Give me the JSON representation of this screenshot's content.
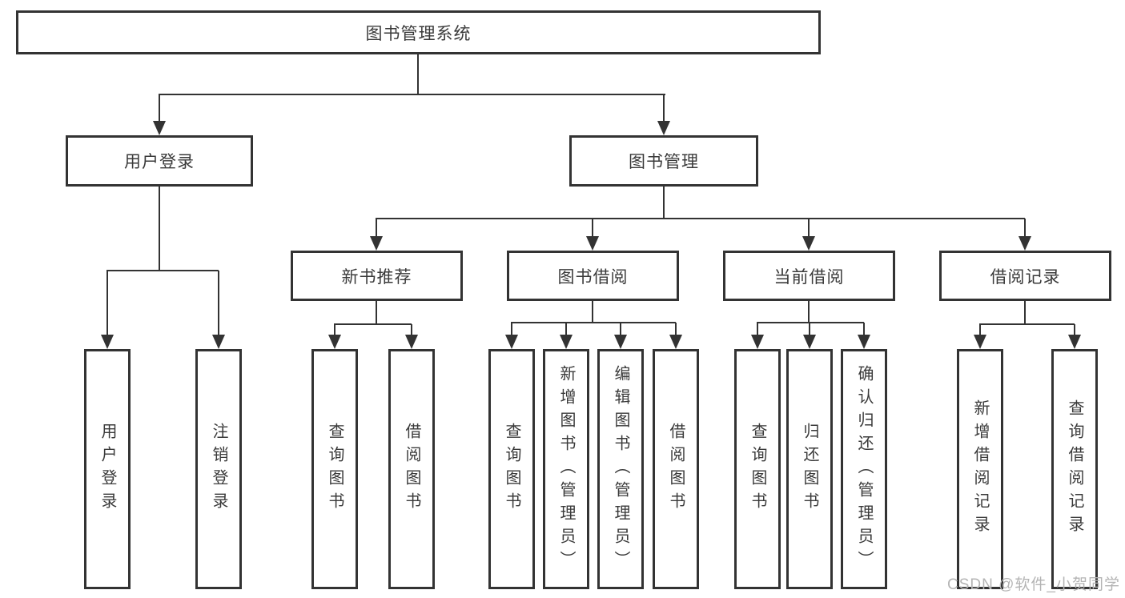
{
  "diagram": {
    "root": "图书管理系统",
    "level2": {
      "user_login": "用户登录",
      "book_mgmt": "图书管理"
    },
    "level3": {
      "new_book": "新书推荐",
      "book_borrow": "图书借阅",
      "current_borrow": "当前借阅",
      "borrow_record": "借阅记录"
    },
    "leaves": {
      "user_login": "用户登录",
      "logout": "注销登录",
      "nb_query": "查询图书",
      "nb_borrow": "借阅图书",
      "bb_query": "查询图书",
      "bb_add": "新增图书（管理员）",
      "bb_edit": "编辑图书（管理员）",
      "bb_borrow": "借阅图书",
      "cb_query": "查询图书",
      "cb_return": "归还图书",
      "cb_confirm": "确认归还（管理员）",
      "br_add": "新增借阅记录",
      "br_query": "查询借阅记录"
    }
  },
  "watermark": {
    "text": "CSDN @软件_小贺同学"
  },
  "colors": {
    "line": "#333333",
    "background": "#ffffff",
    "text": "#3a3a3a",
    "watermark_text": "#b4b4b4"
  }
}
